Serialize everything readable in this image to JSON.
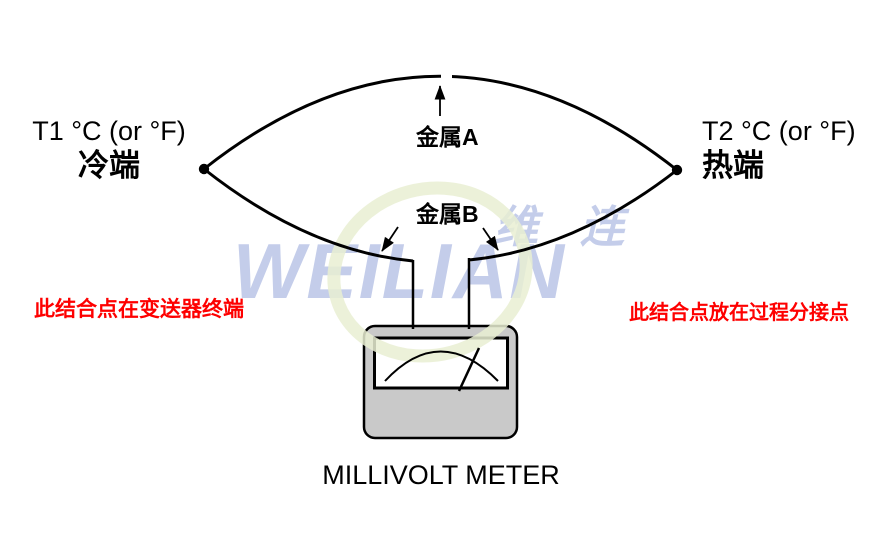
{
  "diagram": {
    "title_caption": "MILLIVOLT METER",
    "left_junction": {
      "line1": "T1 °C (or °F)",
      "line2": "冷端"
    },
    "right_junction": {
      "line1": "T2 °C (or °F)",
      "line2": "热端"
    },
    "metal_a_label": "金属A",
    "metal_b_label": "金属B",
    "note_left": "此结合点在变送器终端",
    "note_right": "此结合点放在过程分接点"
  },
  "watermark": {
    "latin": "WEILIAN",
    "cjk": "维连",
    "color_blue": "#c4cdea",
    "color_green": "#e9efd2"
  },
  "colors": {
    "background": "#ffffff",
    "line": "#000000",
    "note_red": "#fe0000",
    "meter_body": "#c9c9c9",
    "meter_face": "#ffffff"
  }
}
